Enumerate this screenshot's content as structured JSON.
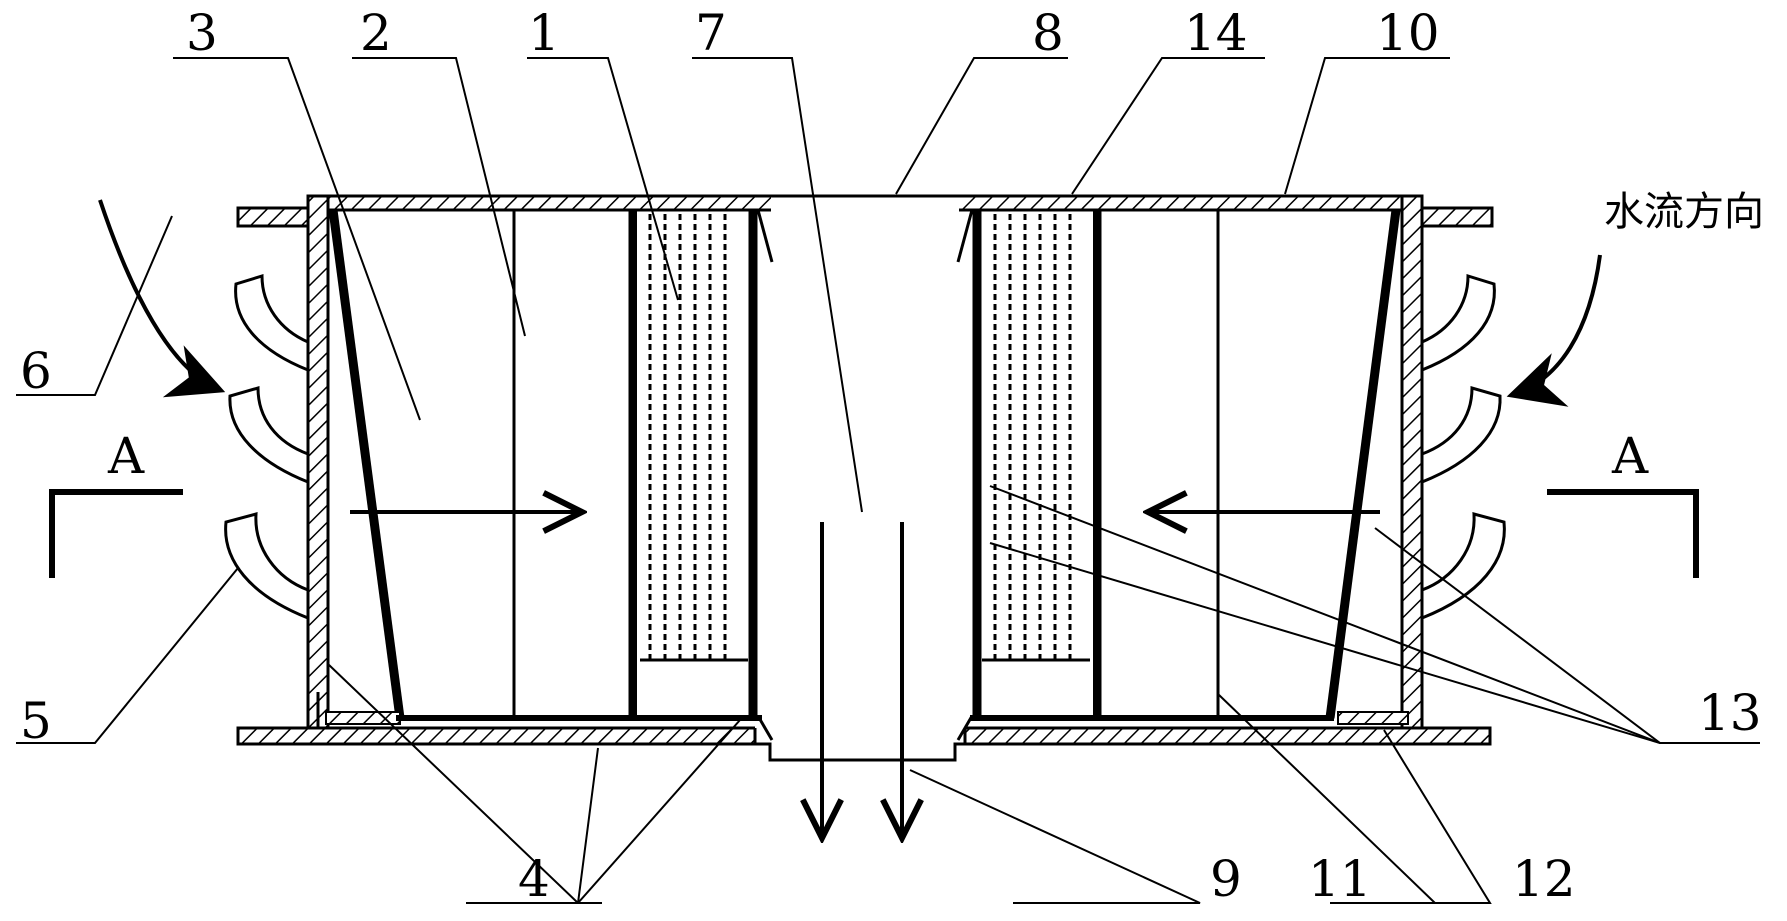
{
  "labels": {
    "n1": "1",
    "n2": "2",
    "n3": "3",
    "n4": "4",
    "n5": "5",
    "n6": "6",
    "n7": "7",
    "n8": "8",
    "n9": "9",
    "n10": "10",
    "n11": "11",
    "n12": "12",
    "n13": "13",
    "n14": "14"
  },
  "section_marks": {
    "left": "A",
    "right": "A"
  },
  "flow_direction": "水流方向"
}
